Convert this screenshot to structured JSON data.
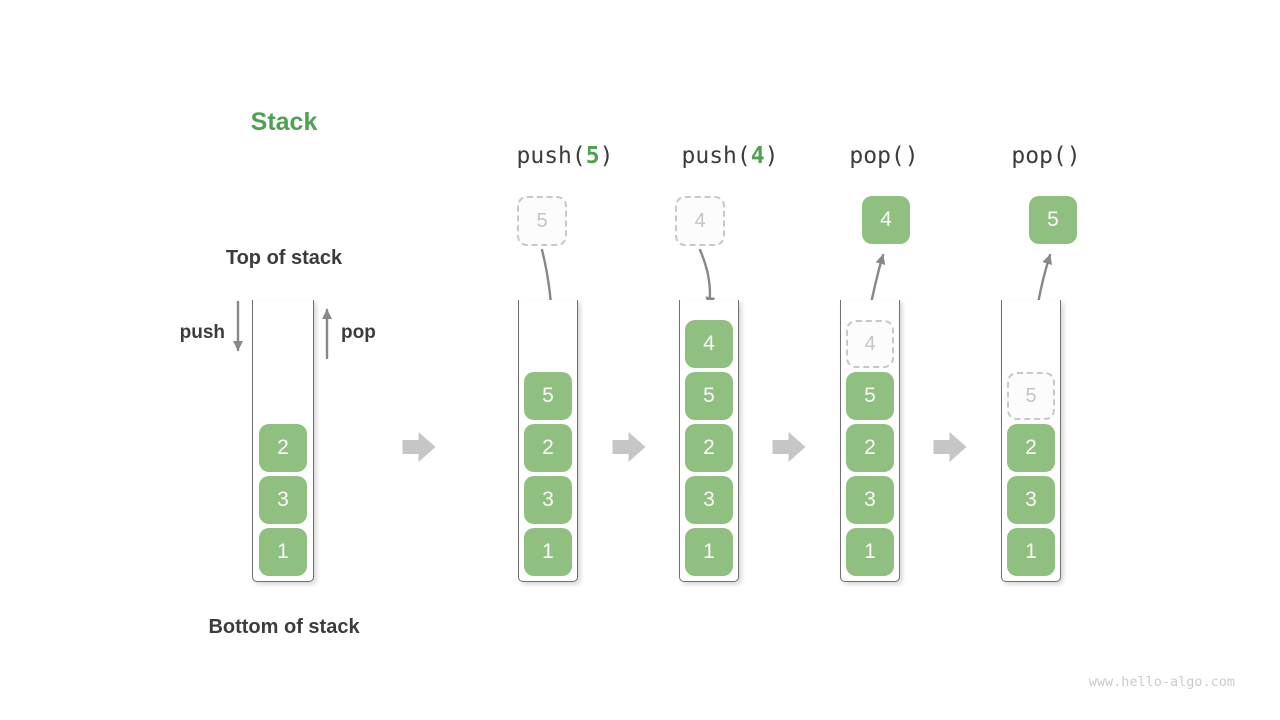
{
  "title": "Stack",
  "labels": {
    "top_of_stack": "Top of stack",
    "bottom_of_stack": "Bottom of stack",
    "push": "push",
    "pop": "pop"
  },
  "operations": [
    {
      "prefix": "push(",
      "arg": "5",
      "suffix": ")",
      "floating_box": {
        "value": "5",
        "style": "ghost"
      }
    },
    {
      "prefix": "push(",
      "arg": "4",
      "suffix": ")",
      "floating_box": {
        "value": "4",
        "style": "ghost"
      }
    },
    {
      "prefix": "pop(",
      "arg": "",
      "suffix": ")",
      "floating_box": {
        "value": "4",
        "style": "solid"
      }
    },
    {
      "prefix": "pop(",
      "arg": "",
      "suffix": ")",
      "floating_box": {
        "value": "5",
        "style": "solid"
      }
    }
  ],
  "stacks": [
    {
      "name": "initial-stack",
      "items": [
        {
          "value": "2",
          "style": "solid"
        },
        {
          "value": "3",
          "style": "solid"
        },
        {
          "value": "1",
          "style": "solid"
        }
      ]
    },
    {
      "name": "after-push-5",
      "items": [
        {
          "value": "5",
          "style": "solid"
        },
        {
          "value": "2",
          "style": "solid"
        },
        {
          "value": "3",
          "style": "solid"
        },
        {
          "value": "1",
          "style": "solid"
        }
      ]
    },
    {
      "name": "after-push-4",
      "items": [
        {
          "value": "4",
          "style": "solid"
        },
        {
          "value": "5",
          "style": "solid"
        },
        {
          "value": "2",
          "style": "solid"
        },
        {
          "value": "3",
          "style": "solid"
        },
        {
          "value": "1",
          "style": "solid"
        }
      ]
    },
    {
      "name": "after-pop-4",
      "items": [
        {
          "value": "4",
          "style": "ghost"
        },
        {
          "value": "5",
          "style": "solid"
        },
        {
          "value": "2",
          "style": "solid"
        },
        {
          "value": "3",
          "style": "solid"
        },
        {
          "value": "1",
          "style": "solid"
        }
      ]
    },
    {
      "name": "after-pop-5",
      "items": [
        {
          "value": "5",
          "style": "ghost"
        },
        {
          "value": "2",
          "style": "solid"
        },
        {
          "value": "3",
          "style": "solid"
        },
        {
          "value": "1",
          "style": "solid"
        }
      ]
    }
  ],
  "watermark": "www.hello-algo.com",
  "colors": {
    "box_green": "#8FC080",
    "accent_green": "#4DA152",
    "text_dark": "#3C3C3C",
    "arrow_gray": "#888888",
    "block_arrow_gray": "#C6C6C6",
    "ghost_border": "#C8C8C8",
    "ghost_text": "#C4C4C4",
    "ghost_bg": "#FCFCFC",
    "container_border": "#707070",
    "watermark_gray": "#CBCBCB",
    "box_text": "#FAFAFA"
  }
}
